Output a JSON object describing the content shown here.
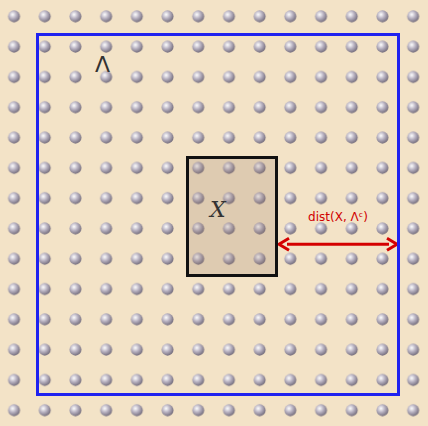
{
  "diagram": {
    "nodes": [
      {
        "text": [
          "Λ"
        ]
      },
      {
        "text": [
          "X"
        ],
        "in": 0
      }
    ],
    "edges": [
      {
        "from": 1,
        "to": 0,
        "arrow": "both",
        "label": "dist(X, Λᶜ)"
      }
    ]
  }
}
